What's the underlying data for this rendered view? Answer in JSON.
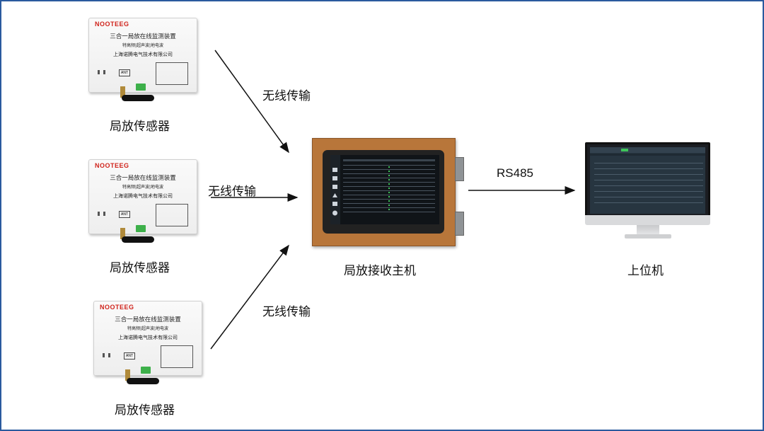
{
  "sensor": {
    "brand": "NOOTEEG",
    "title": "三合一局放在线监测装置",
    "subtitle": "特高频|超声波|地电波",
    "company": "上海诺腾电气技术有限公司",
    "ant": "ANT"
  },
  "labels": {
    "sensor": "局放传感器",
    "wireless": "无线传输",
    "rs485": "RS485",
    "host": "局放接收主机",
    "pc": "上位机"
  }
}
